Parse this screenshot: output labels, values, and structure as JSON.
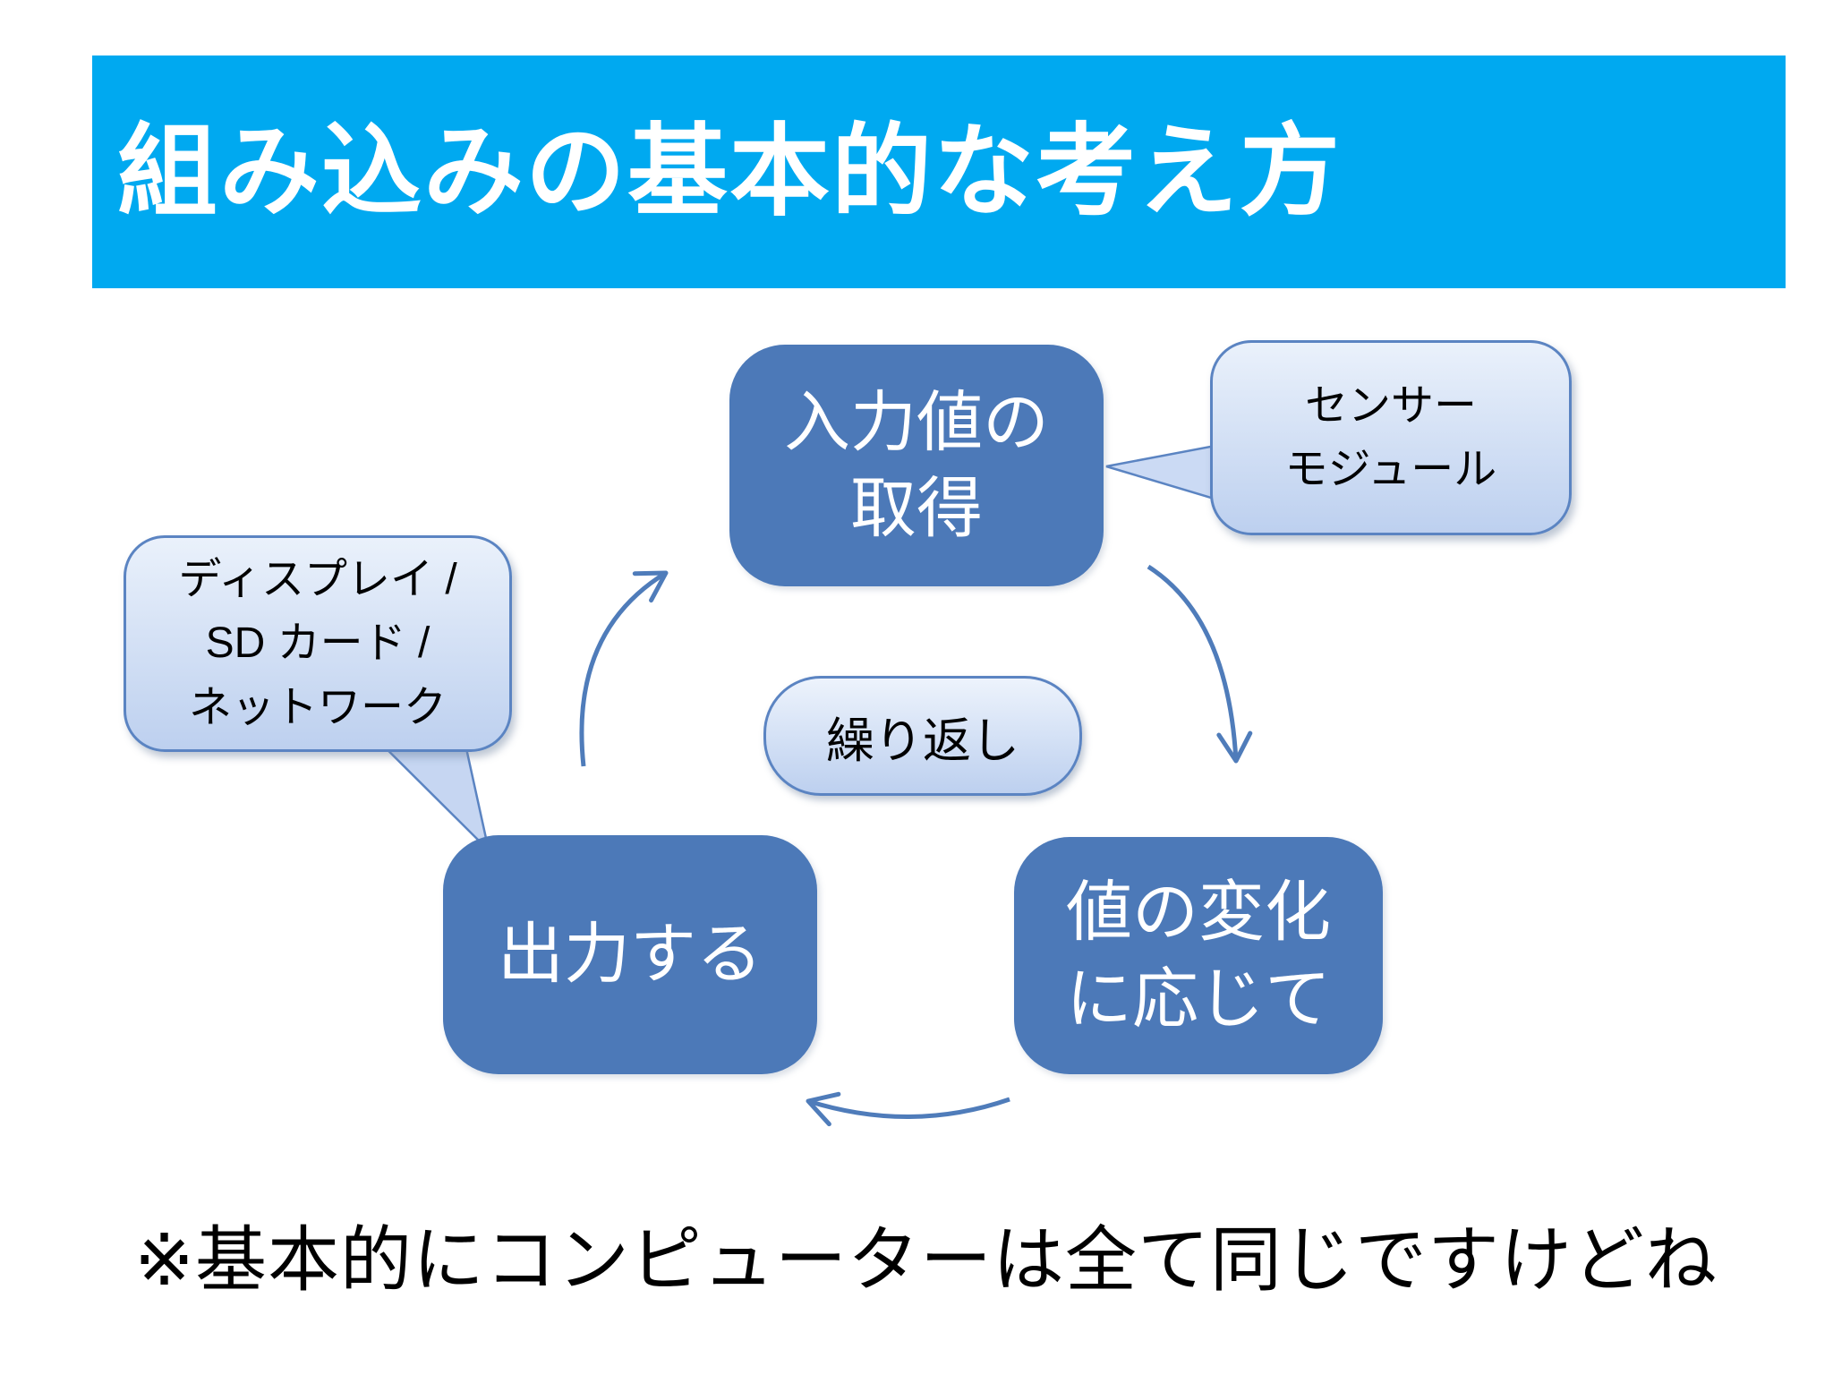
{
  "slide": {
    "title": "組み込みの基本的な考え方",
    "footnote": "※基本的にコンピューターは全て同じですけどね"
  },
  "diagram": {
    "type": "cycle",
    "center_label": "繰り返し",
    "nodes": [
      {
        "id": "acquire-input",
        "lines": [
          "入力値の",
          "取得"
        ]
      },
      {
        "id": "respond-to-change",
        "lines": [
          "値の変化",
          "に応じて"
        ]
      },
      {
        "id": "output",
        "lines": [
          "出力する"
        ]
      }
    ],
    "callouts": [
      {
        "id": "sensor-module",
        "attached_to": "acquire-input",
        "lines": [
          "センサー",
          "モジュール"
        ]
      },
      {
        "id": "output-peripherals",
        "attached_to": "output",
        "lines": [
          "ディスプレイ /",
          "SD カード /",
          "ネットワーク"
        ]
      }
    ],
    "colors": {
      "title_bar": "#00A9F0",
      "title_text": "#FFFFFF",
      "node_fill": "#4C79B8",
      "node_text": "#FFFFFF",
      "callout_fill_top": "#EAF1FB",
      "callout_fill_bottom": "#BDD0EF",
      "callout_border": "#5B84C2",
      "callout_text": "#000000",
      "arrow": "#4F7CBA"
    }
  }
}
